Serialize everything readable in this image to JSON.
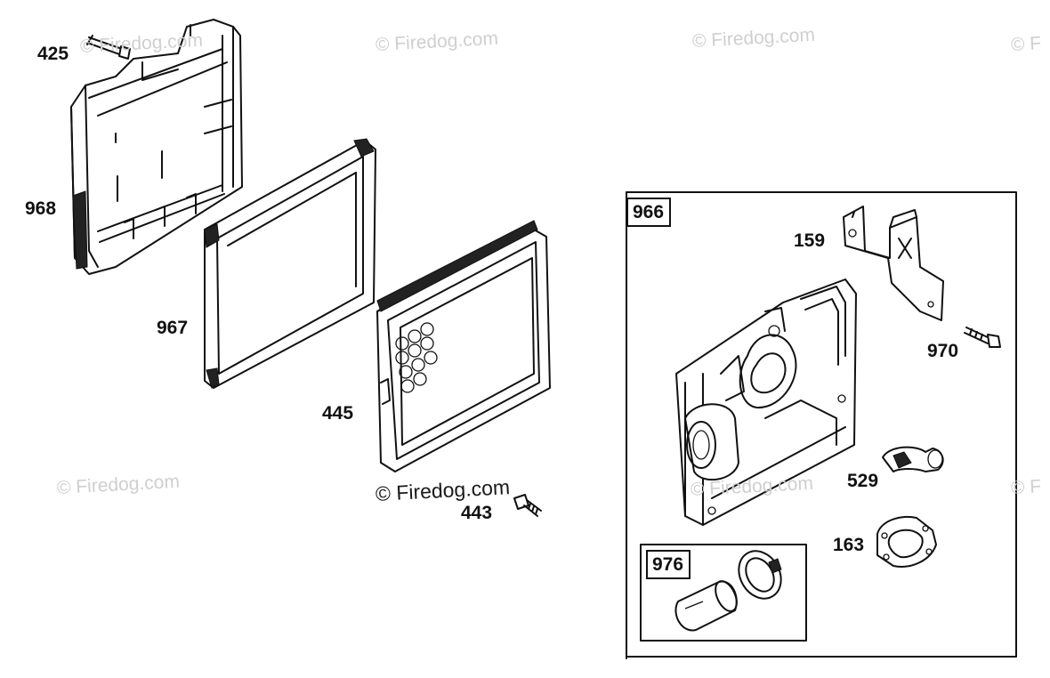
{
  "watermark": {
    "text": "© Firedog.com",
    "text_partial": "© F",
    "text_bold": "© Firedog.com"
  },
  "parts": {
    "p425": "425",
    "p968": "968",
    "p967": "967",
    "p445": "445",
    "p443": "443",
    "p159": "159",
    "p970": "970",
    "p529": "529",
    "p163": "163"
  },
  "groups": {
    "g966": "966",
    "g976": "976"
  },
  "colors": {
    "line": "#111111",
    "watermark": "#cfcfcf",
    "background": "#ffffff"
  }
}
